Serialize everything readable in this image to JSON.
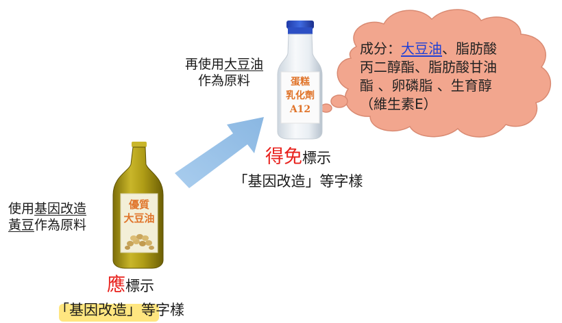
{
  "colors": {
    "accent_red": "#e8211c",
    "cloud_fill": "#f2a68e",
    "arrow_fill": "#9cc3e6",
    "link_blue": "#1f3fd6",
    "highlight_yellow": "#ffe680",
    "bottle_oil": "#b9a51f",
    "label_text": "#e0742a"
  },
  "top_source": {
    "prefix": "再使用",
    "ingredient": "大豆油",
    "line2": "作為原料"
  },
  "milk_bottle": {
    "label_line1": "蛋糕",
    "label_line2": "乳化劑",
    "label_line3": "A12"
  },
  "cloud": {
    "prefix": "成分：",
    "ingredient_link": "大豆油",
    "rest_line1": "、脂肪酸",
    "line2": "丙二醇酯、脂肪酸甘油",
    "line3": "酯 、卵磷脂 、生育醇",
    "line4": "（維生素E）"
  },
  "exempt": {
    "keyword": "得免",
    "suffix": "標示",
    "line2": "「基因改造」等字樣"
  },
  "left_source": {
    "prefix": "使用",
    "gm": "基因改造",
    "soy": "黃豆",
    "line2_suffix": "作為原料"
  },
  "oil_bottle": {
    "label_line1": "優質",
    "label_line2": "大豆油"
  },
  "required": {
    "keyword": "應",
    "suffix": "標示",
    "highlight": "「基因改造」",
    "line2_suffix": "等字樣"
  }
}
